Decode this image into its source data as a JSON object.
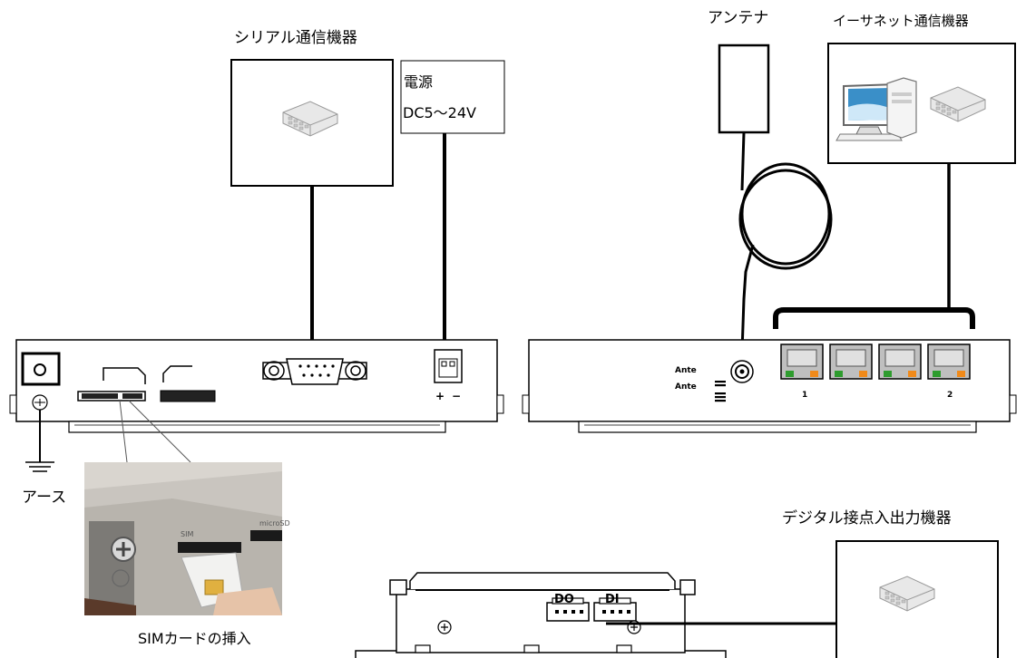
{
  "labels": {
    "serial_device": "シリアル通信機器",
    "power_line1": "電源",
    "power_line2": "DC5～24V",
    "antenna": "アンテナ",
    "ethernet_device": "イーサネット通信機器",
    "earth": "アース",
    "sim_insert": "SIMカードの挿入",
    "digital_io_device": "デジタル接点入出力機器",
    "do_port": "DO",
    "di_port": "DI",
    "plus": "+",
    "minus": "−",
    "port_first": "1",
    "port_last": "2",
    "sim_slot_label": "SIM",
    "microsd_label": "microSD",
    "ant_label": "Ante"
  },
  "colors": {
    "line": "#000000",
    "port_green": "#2e9c2e",
    "port_orange": "#f08a1a",
    "port_body": "#bfbfbf",
    "device_fill": "#ffffff"
  },
  "icons": [
    "hub-icon",
    "computer-icon",
    "terminal-block-icon",
    "db9-connector-icon",
    "antenna-connector-icon",
    "ethernet-port-icon",
    "ground-symbol-icon",
    "screw-icon"
  ]
}
